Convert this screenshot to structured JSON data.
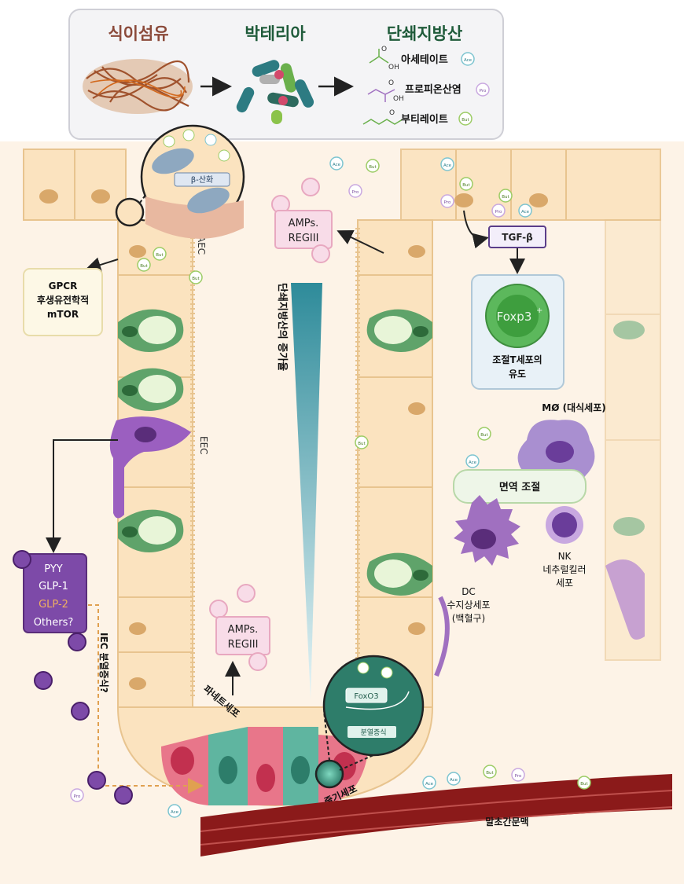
{
  "header": {
    "step1": "식이섬유",
    "step2": "박테리아",
    "step3": "단쇄지방산",
    "scfa": [
      {
        "name": "아세테이트",
        "badge": "Ace"
      },
      {
        "name": "프로피온산염",
        "badge": "Pro"
      },
      {
        "name": "부티레이트",
        "badge": "But"
      }
    ],
    "oh": "OH",
    "o": "O"
  },
  "labels": {
    "beta_ox": "β-산화",
    "aec": "AEC",
    "eec": "EEC",
    "gpcr": [
      "GPCR",
      "후생유전학적",
      "mTOR"
    ],
    "hormones": [
      "PYY",
      "GLP-1",
      "GLP-2",
      "Others?"
    ],
    "iec": "IEC 분열증식?",
    "amps_top": [
      "AMPs.",
      "REGIII"
    ],
    "amps_bottom": [
      "AMPs.",
      "REGIII"
    ],
    "gradient": "단쇄지방산의 증가율",
    "paneth": "파네트세포",
    "stem": "줄기세포",
    "foxo3": "FoxO3",
    "prolif": "분열증식",
    "tgf": "TGF-β",
    "foxp3": "Foxp3",
    "foxp3_sup": "+",
    "treg": [
      "조절T세포의",
      "유도"
    ],
    "macro": "MØ (대식세포)",
    "immune": "면역 조절",
    "nk": [
      "NK",
      "네추럴킬러",
      "세포"
    ],
    "dc": [
      "DC",
      "수지상세포",
      "(백혈구)"
    ],
    "capillary": "말초간문맥"
  },
  "badges": {
    "ace": "Ace",
    "but": "But",
    "pro": "Pro"
  },
  "colors": {
    "fiber": "#a0522d",
    "goblet": "#5fa36a",
    "eec": "#9b5fc0",
    "paneth": "#e8768a",
    "stem": "#5fb5a0",
    "amp_box": "#f3c6d8",
    "blood": "#8b1a1a",
    "tgf_box": "#5a3d8a",
    "foxp3": "#5cb85c"
  }
}
